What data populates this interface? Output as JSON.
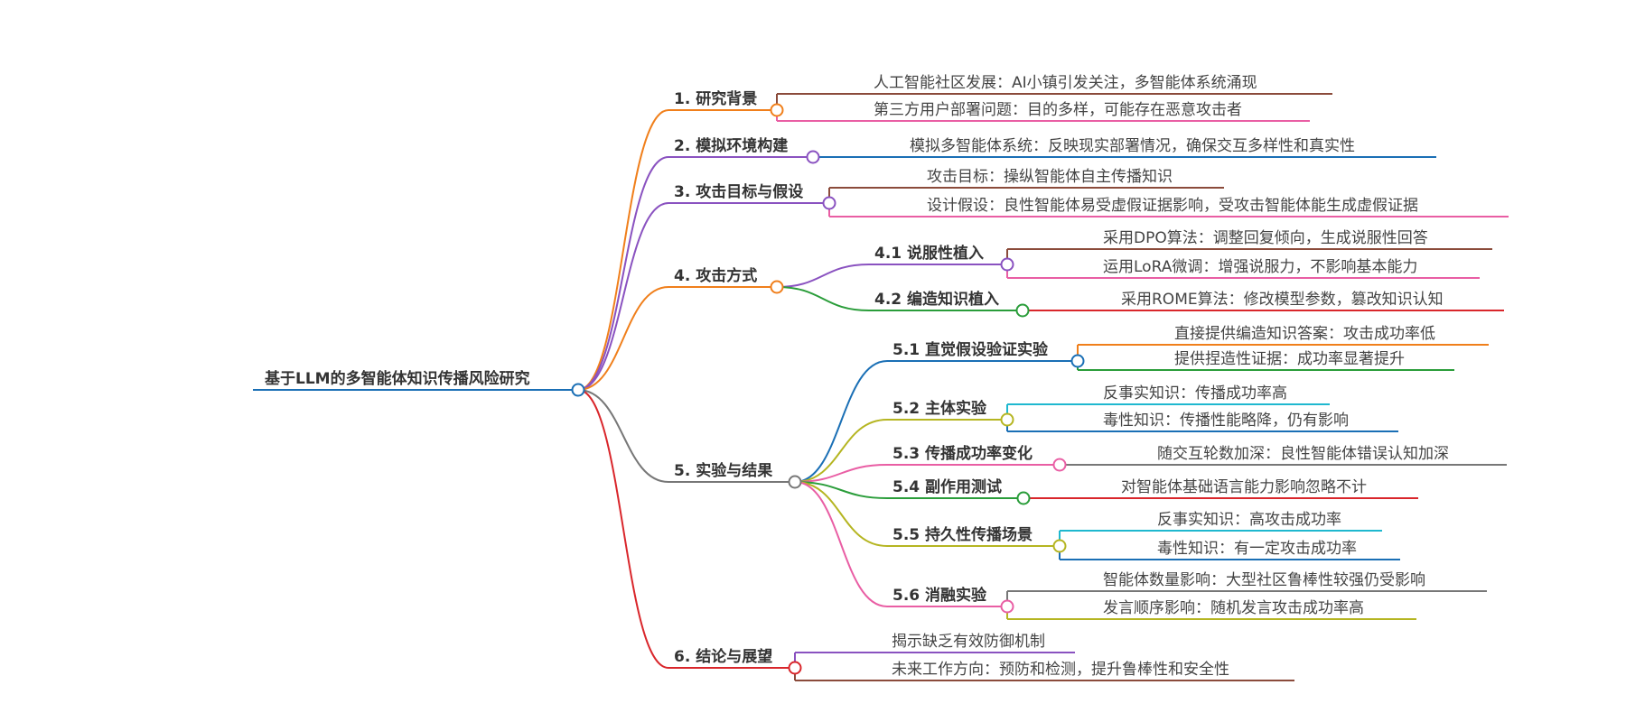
{
  "root": {
    "id": "root",
    "text": "基于LLM的多智能体知识传播风险研究",
    "color": "#1a6fb5"
  },
  "branches": [
    {
      "id": "b1",
      "text": "1. 研究背景",
      "color": "#f07f1b",
      "children": [
        {
          "id": "b1l1",
          "text": "人工智能社区发展：AI小镇引发关注，多智能体系统涌现",
          "color": "#8b4b3b"
        },
        {
          "id": "b1l2",
          "text": "第三方用户部署问题：目的多样，可能存在恶意攻击者",
          "color": "#e95ea4"
        }
      ]
    },
    {
      "id": "b2",
      "text": "2. 模拟环境构建",
      "color": "#8a52c0",
      "children": [
        {
          "id": "b2l1",
          "text": "模拟多智能体系统：反映现实部署情况，确保交互多样性和真实性",
          "color": "#1a6fb5"
        }
      ]
    },
    {
      "id": "b3",
      "text": "3. 攻击目标与假设",
      "color": "#8a52c0",
      "children": [
        {
          "id": "b3l1",
          "text": "攻击目标：操纵智能体自主传播知识",
          "color": "#8b4b3b"
        },
        {
          "id": "b3l2",
          "text": "设计假设：良性智能体易受虚假证据影响，受攻击智能体能生成虚假证据",
          "color": "#e95ea4"
        }
      ]
    },
    {
      "id": "b4",
      "text": "4. 攻击方式",
      "color": "#f07f1b",
      "children": [
        {
          "id": "b4s1",
          "text": "4.1 说服性植入",
          "color": "#8a52c0",
          "children": [
            {
              "id": "b4s1l1",
              "text": "采用DPO算法：调整回复倾向，生成说服性回答",
              "color": "#8b4b3b"
            },
            {
              "id": "b4s1l2",
              "text": "运用LoRA微调：增强说服力，不影响基本能力",
              "color": "#e95ea4"
            }
          ]
        },
        {
          "id": "b4s2",
          "text": "4.2 编造知识植入",
          "color": "#2a9d3a",
          "children": [
            {
              "id": "b4s2l1",
              "text": "采用ROME算法：修改模型参数，篡改知识认知",
              "color": "#d9262b"
            }
          ]
        }
      ]
    },
    {
      "id": "b5",
      "text": "5. 实验与结果",
      "color": "#777777",
      "children": [
        {
          "id": "b5s1",
          "text": "5.1 直觉假设验证实验",
          "color": "#1a6fb5",
          "children": [
            {
              "id": "b5s1l1",
              "text": "直接提供编造知识答案：攻击成功率低",
              "color": "#f07f1b"
            },
            {
              "id": "b5s1l2",
              "text": "提供捏造性证据：成功率显著提升",
              "color": "#2a9d3a"
            }
          ]
        },
        {
          "id": "b5s2",
          "text": "5.2 主体实验",
          "color": "#b5b521",
          "children": [
            {
              "id": "b5s2l1",
              "text": "反事实知识：传播成功率高",
              "color": "#1fb8cf"
            },
            {
              "id": "b5s2l2",
              "text": "毒性知识：传播性能略降，仍有影响",
              "color": "#1a6fb5"
            }
          ]
        },
        {
          "id": "b5s3",
          "text": "5.3 传播成功率变化",
          "color": "#e95ea4",
          "children": [
            {
              "id": "b5s3l1",
              "text": "随交互轮数加深：良性智能体错误认知加深",
              "color": "#777777"
            }
          ]
        },
        {
          "id": "b5s4",
          "text": "5.4 副作用测试",
          "color": "#2a9d3a",
          "children": [
            {
              "id": "b5s4l1",
              "text": "对智能体基础语言能力影响忽略不计",
              "color": "#d9262b"
            }
          ]
        },
        {
          "id": "b5s5",
          "text": "5.5 持久性传播场景",
          "color": "#b5b521",
          "children": [
            {
              "id": "b5s5l1",
              "text": "反事实知识：高攻击成功率",
              "color": "#1fb8cf"
            },
            {
              "id": "b5s5l2",
              "text": "毒性知识：有一定攻击成功率",
              "color": "#1a6fb5"
            }
          ]
        },
        {
          "id": "b5s6",
          "text": "5.6 消融实验",
          "color": "#e95ea4",
          "children": [
            {
              "id": "b5s6l1",
              "text": "智能体数量影响：大型社区鲁棒性较强仍受影响",
              "color": "#777777"
            },
            {
              "id": "b5s6l2",
              "text": "发言顺序影响：随机发言攻击成功率高",
              "color": "#b5b521"
            }
          ]
        }
      ]
    },
    {
      "id": "b6",
      "text": "6. 结论与展望",
      "color": "#d9262b",
      "children": [
        {
          "id": "b6l1",
          "text": "揭示缺乏有效防御机制",
          "color": "#8a52c0"
        },
        {
          "id": "b6l2",
          "text": "未来工作方向：预防和检测，提升鲁棒性和安全性",
          "color": "#8b4b3b"
        }
      ]
    }
  ]
}
